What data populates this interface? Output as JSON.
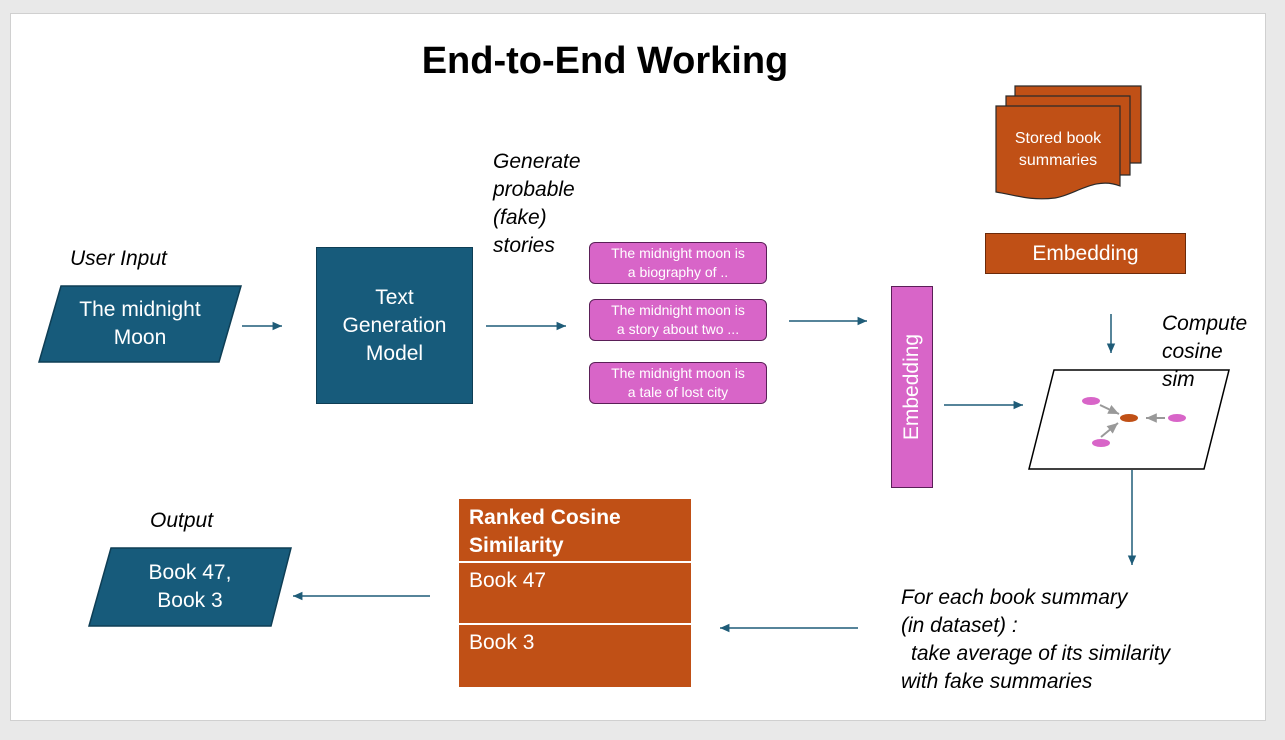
{
  "title": "End-to-End Working",
  "labels": {
    "user_input": "User Input",
    "generate_line1": "Generate",
    "generate_line2": "probable",
    "generate_line3": "(fake)",
    "generate_line4": "stories",
    "compute_line1": "Compute",
    "compute_line2": "cosine",
    "compute_line3": "sim",
    "output": "Output"
  },
  "input_box": {
    "line1": "The midnight",
    "line2": "Moon"
  },
  "model_box": {
    "line1": "Text",
    "line2": "Generation",
    "line3": "Model"
  },
  "stories": [
    {
      "line1": "The midnight moon is",
      "line2": "a biography of .."
    },
    {
      "line1": "The midnight moon is",
      "line2": "a story about two ..."
    },
    {
      "line1": "The midnight moon is",
      "line2": "a tale of lost city"
    }
  ],
  "embedding_vertical": "Embedding",
  "embedding_horizontal": "Embedding",
  "stored": {
    "line1": "Stored book",
    "line2": "summaries"
  },
  "ranked_table": {
    "header_line1": "Ranked Cosine",
    "header_line2": "Similarity",
    "rows": [
      "Book 47",
      "Book 3"
    ]
  },
  "output_box": {
    "line1": "Book 47,",
    "line2": "Book 3"
  },
  "note": {
    "line1": "For each book summary",
    "line2": "(in dataset) :",
    "line3": "take average of its similarity",
    "line4": "with fake summaries"
  },
  "colors": {
    "teal": "#175b7b",
    "orange": "#c05016",
    "pink": "#d865c8",
    "arrow": "#1f5c78"
  }
}
